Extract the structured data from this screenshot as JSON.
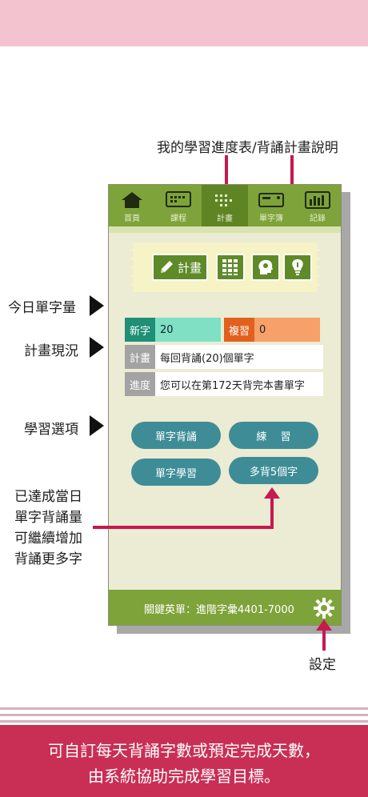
{
  "annotations": {
    "top_label": "我的學習進度表/背誦計畫說明",
    "today_words": "今日單字量",
    "plan_status": "計畫現況",
    "study_options": "學習選項",
    "reached_lines": [
      "已達成當日",
      "單字背誦量",
      "可繼續增加",
      "背誦更多字"
    ],
    "settings": "設定"
  },
  "tabbar": {
    "tabs": [
      {
        "label": "首頁",
        "icon": "home-icon",
        "active": false
      },
      {
        "label": "課程",
        "icon": "course-icon",
        "active": false
      },
      {
        "label": "計畫",
        "icon": "plan-icon",
        "active": true
      },
      {
        "label": "單字簿",
        "icon": "wordbook-icon",
        "active": false
      },
      {
        "label": "記錄",
        "icon": "record-icon",
        "active": false
      }
    ]
  },
  "toolbar": {
    "plan_label": "計畫",
    "icons": [
      "pencil-icon",
      "grid-icon",
      "head-icon",
      "bulb-icon"
    ]
  },
  "stats": {
    "new_label": "新字",
    "new_value": "20",
    "review_label": "複習",
    "review_value": "0"
  },
  "plan": {
    "label": "計畫",
    "value": "每回背誦(20)個單字"
  },
  "progress": {
    "label": "進度",
    "value": "您可以在第172天背完本書單字"
  },
  "options": {
    "recite": "單字背誦",
    "practice": "練　 習",
    "learn": "單字學習",
    "more": "多背5個字"
  },
  "footer": {
    "book": "關鍵英單：進階字彙4401-7000"
  },
  "banner": {
    "line1": "可自訂每天背誦字數或預定完成天數，",
    "line2": "由系統協助完成學習目標。"
  },
  "colors": {
    "accent_green": "#7ea33a",
    "dark_green": "#5e8a28",
    "teal_button": "#3e8d96",
    "pink_banner": "#c92f55",
    "arrow": "#c5194f"
  }
}
